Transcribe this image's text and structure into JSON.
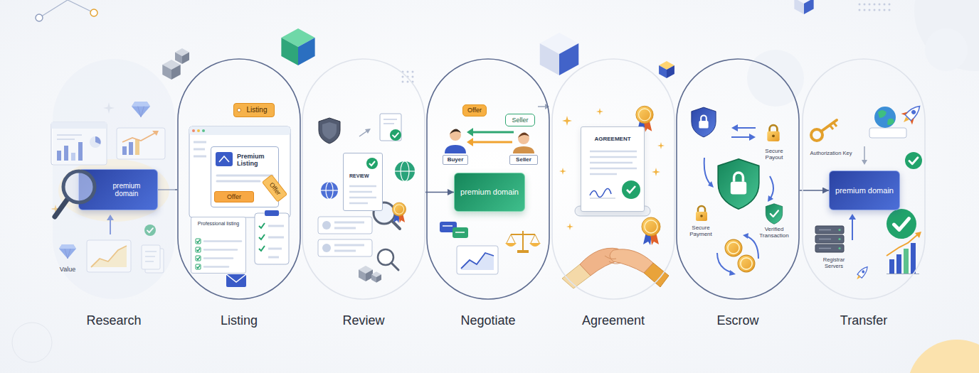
{
  "diagram": {
    "nodes": [
      {
        "text": [
          "Research"
        ]
      },
      {
        "text": [
          "premium domain"
        ],
        "in": 0
      },
      {
        "text": [
          "Listing"
        ]
      },
      {
        "text": [
          "Listing"
        ],
        "in": 2
      },
      {
        "text": [
          "Premium Listing"
        ],
        "in": 2
      },
      {
        "text": [
          "Offer"
        ],
        "in": 4
      },
      {
        "text": [
          "Offer"
        ],
        "in": 2
      },
      {
        "text": [
          "Professional listing"
        ],
        "in": 2
      },
      {
        "text": [
          "Review"
        ]
      },
      {
        "text": [
          "REVIEW"
        ],
        "in": 8
      },
      {
        "text": [
          "Negotiate"
        ]
      },
      {
        "text": [
          "Offer"
        ],
        "in": 10
      },
      {
        "text": [
          "Seller"
        ],
        "in": 10
      },
      {
        "text": [
          "Buyer"
        ],
        "in": 10
      },
      {
        "text": [
          "Seller"
        ],
        "in": 10
      },
      {
        "text": [
          "premium domain"
        ],
        "in": 10
      },
      {
        "text": [
          "Agreement"
        ]
      },
      {
        "text": [
          "AGREEMENT"
        ],
        "in": 16
      },
      {
        "text": [
          "Escrow"
        ]
      },
      {
        "text": [
          "Transfer"
        ]
      },
      {
        "text": [
          "premium domain"
        ],
        "in": 19
      }
    ],
    "edges": [
      {
        "from": 1,
        "to": 2,
        "arrow": "none"
      },
      {
        "from": 8,
        "to": 15,
        "arrow": "to"
      },
      {
        "from": 18,
        "to": 20,
        "arrow": "to"
      }
    ],
    "labels": [
      "Value",
      "Secure Payout",
      "Secure Payment",
      "Verified Transaction",
      "Authorization Key",
      "Registrar Servers"
    ]
  }
}
